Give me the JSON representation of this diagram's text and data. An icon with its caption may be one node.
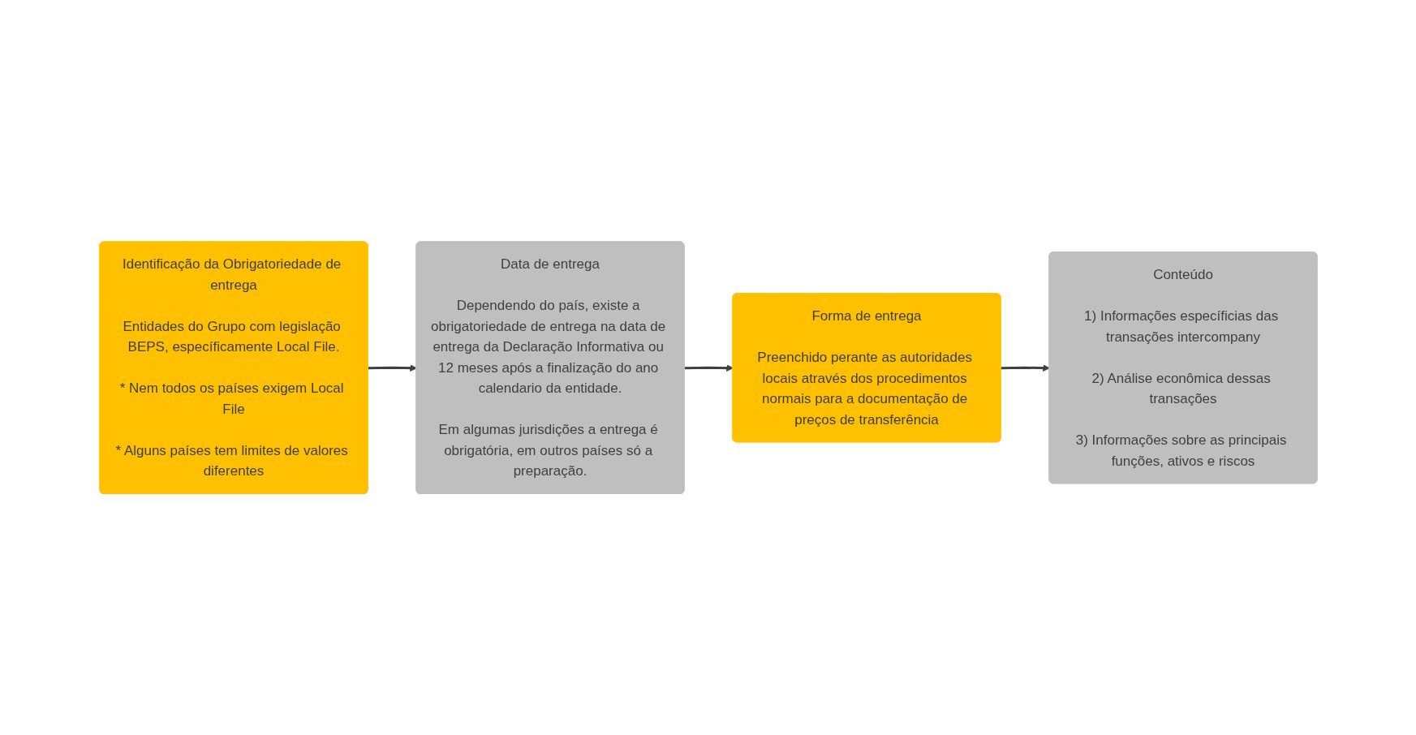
{
  "diagram": {
    "nodes": [
      {
        "text": [
          "Identificação da Obrigatoriedade de entrega",
          "Entidades do Grupo com legislação BEPS, específicamente Local File.",
          "* Nem todos os países exigem Local File",
          "* Alguns países tem limites de valores diferentes"
        ]
      },
      {
        "text": [
          "Data de entrega",
          "Dependendo do país, existe a obrigatoriedade de entrega na data de entrega da Declaração Informativa ou 12 meses após a finalização do ano calendario da entidade.",
          "Em algumas jurisdições a entrega é obrigatória, em outros países só a preparação."
        ]
      },
      {
        "text": [
          "Conteúdo",
          "1) Informações específicias das transações intercompany",
          "2) Análise econômica dessas transações",
          "3) Informações sobre as principais funções, ativos e riscos"
        ]
      },
      {
        "text": [
          "Forma de entrega",
          "Preenchido perante as autoridades locais através dos procedimentos normais para a documentação de preços de transferência"
        ]
      }
    ],
    "edges": [
      {
        "from": 0,
        "to": 1,
        "arrow": "to"
      },
      {
        "from": 1,
        "to": 3,
        "arrow": "to"
      },
      {
        "from": 3,
        "to": 2,
        "arrow": "to"
      }
    ]
  }
}
